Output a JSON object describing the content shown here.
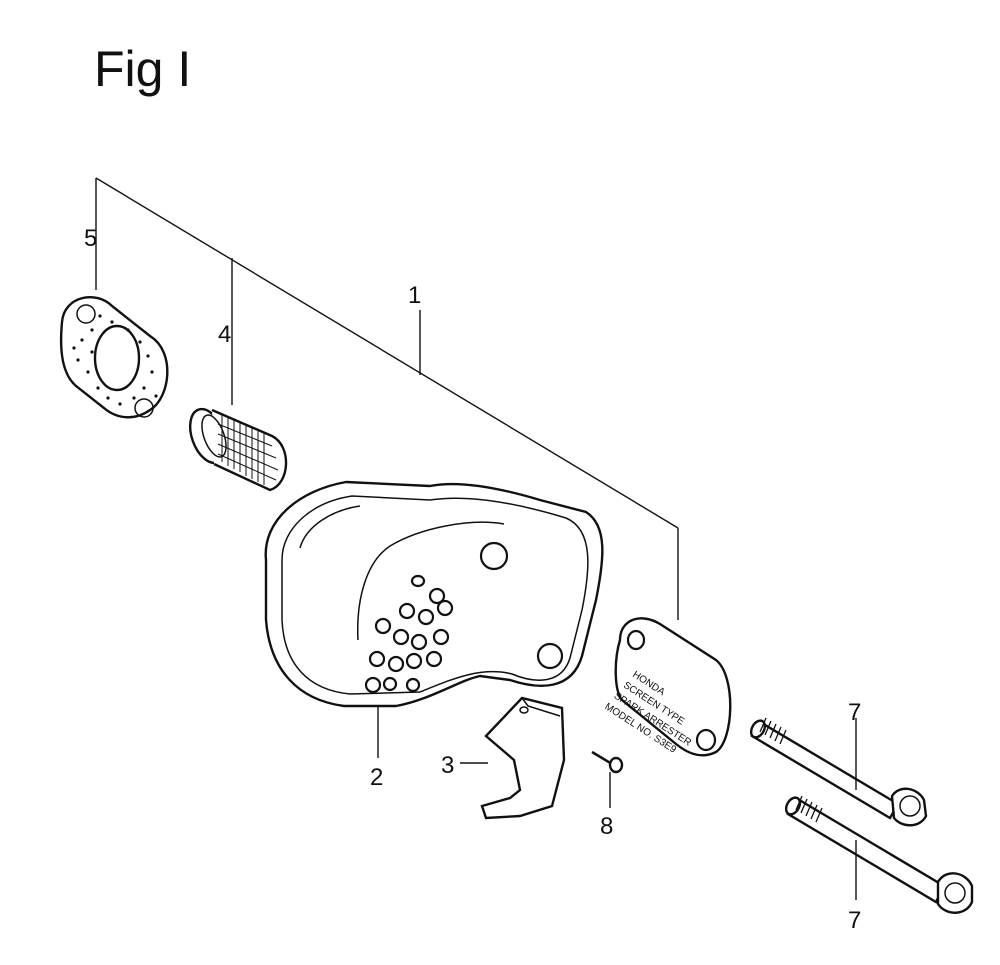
{
  "figure": {
    "title": "Fig I"
  },
  "callouts": {
    "c1": "1",
    "c2": "2",
    "c3": "3",
    "c4": "4",
    "c5": "5",
    "c7a": "7",
    "c7b": "7",
    "c8": "8"
  },
  "plate": {
    "line1": "HONDA",
    "line2": "SCREEN TYPE",
    "line3": "SPARK ARRESTER",
    "line4": "MODEL NO. S3E9"
  }
}
